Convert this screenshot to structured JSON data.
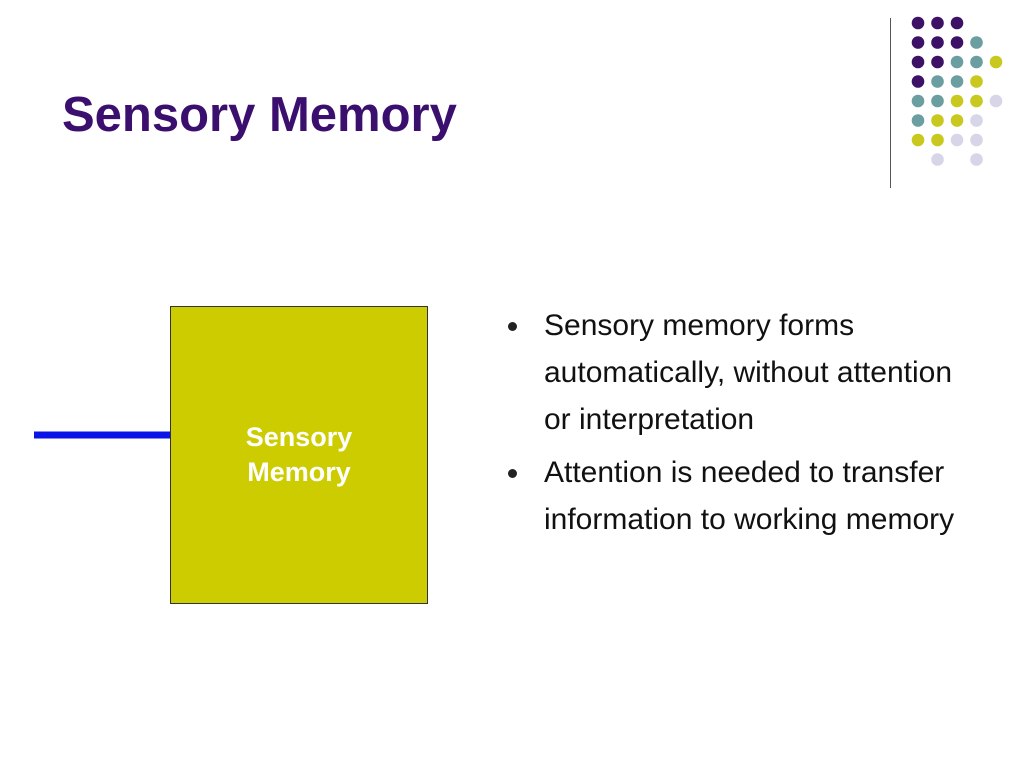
{
  "slide": {
    "title": "Sensory Memory",
    "colors": {
      "title": "#3a0f6e",
      "box_fill": "#cccc00",
      "arrow": "#0a14e6",
      "dot_purple": "#3d1266",
      "dot_teal": "#6b9ea0",
      "dot_yellow": "#c8c81e",
      "dot_lavender": "#d6d6e8"
    }
  },
  "diagram": {
    "box_label": "Sensory Memory"
  },
  "bullets": [
    "Sensory memory forms automatically, without attention or interpretation",
    "Attention is needed to transfer information to working memory"
  ]
}
